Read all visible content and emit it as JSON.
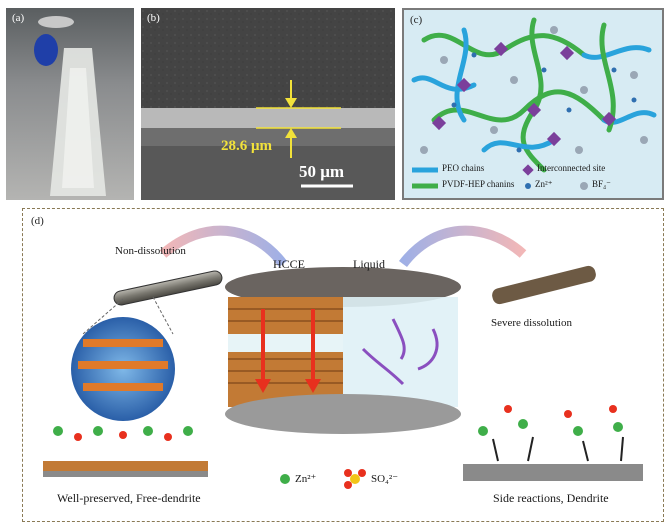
{
  "panel_a": {
    "label": "(a)"
  },
  "panel_b": {
    "label": "(b)",
    "thickness": "28.6 μm",
    "scale_bar": "50 μm"
  },
  "panel_c": {
    "label": "(c)",
    "legend": {
      "peo": "PEO chains",
      "pvdf": "PVDF-HEP chanins",
      "site": "Interconnected site",
      "zn": "Zn²⁺",
      "bf4": "BF₄⁻"
    },
    "colors": {
      "peo": "#29a3dc",
      "pvdf": "#3fae49",
      "site": "#7b3f9b",
      "zn": "#2f6fb0",
      "bf4": "#9aa7b5"
    }
  },
  "panel_d": {
    "label": "(d)",
    "non_dissolution": "Non-dissolution",
    "hcce": "HCCE",
    "liquid": "Liquid",
    "severe": "Severe dissolution",
    "zn_label": "Zn²⁺",
    "so4_label": "SO₄²⁻",
    "left_caption": "Well-preserved, Free-dendrite",
    "right_caption": "Side reactions, Dendrite"
  }
}
